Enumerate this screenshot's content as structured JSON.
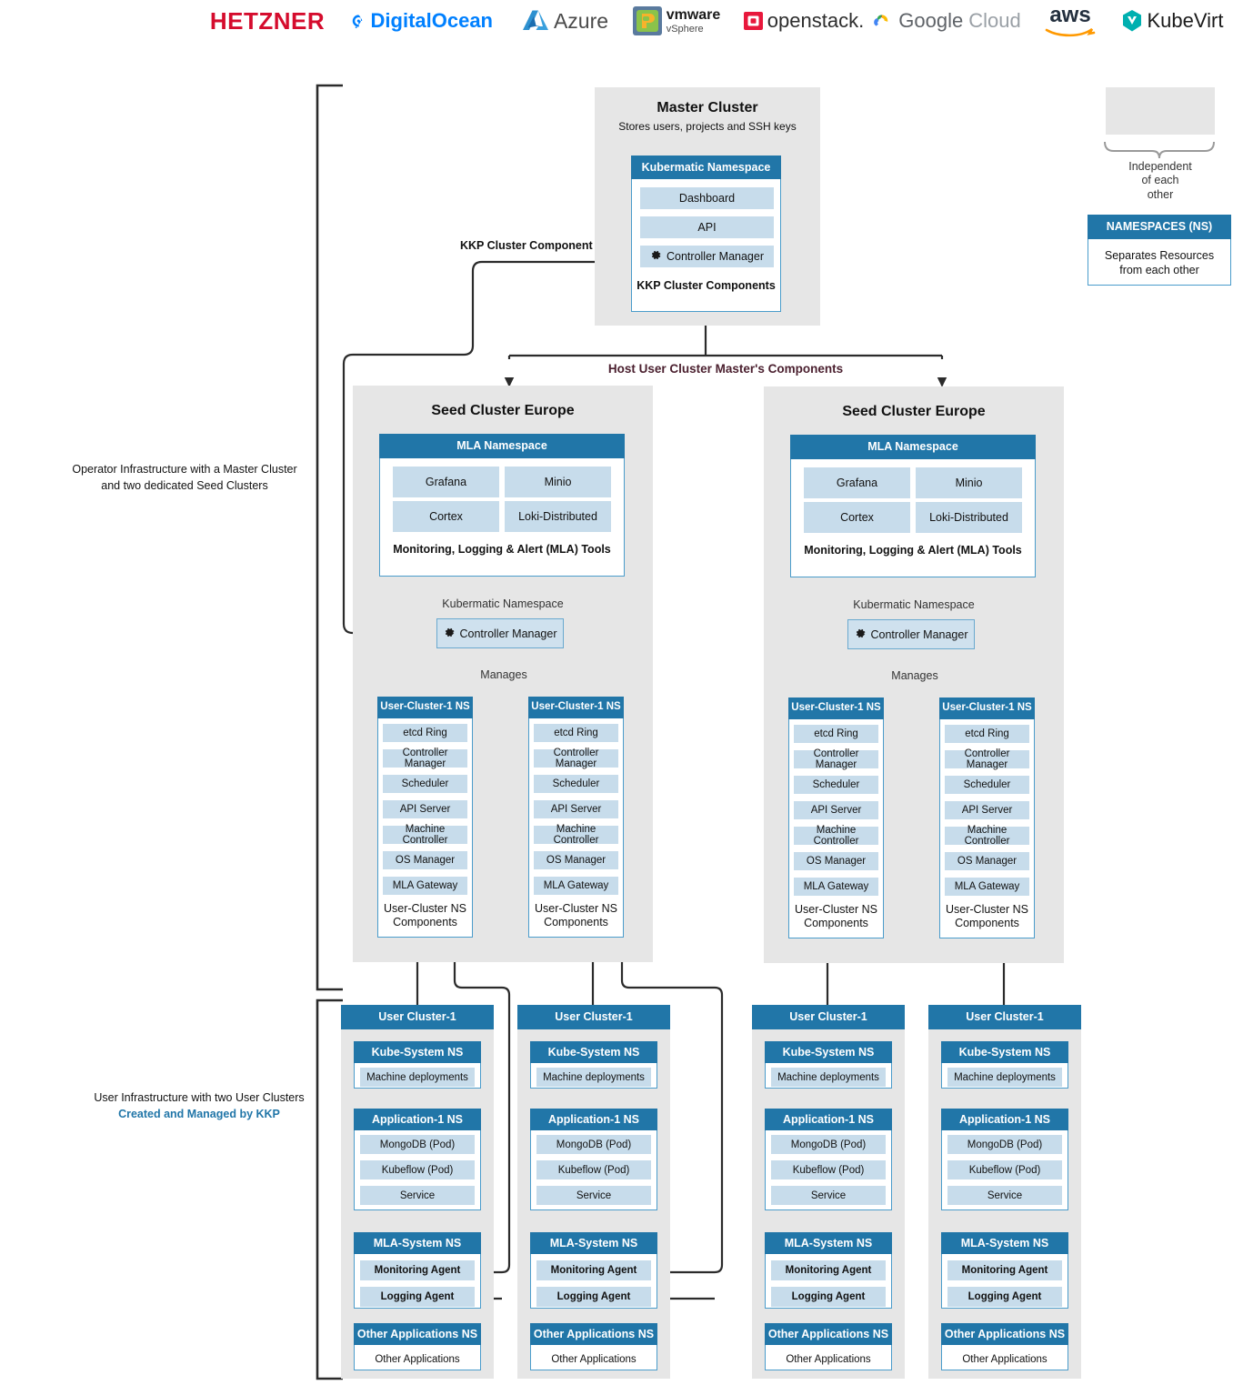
{
  "logos": [
    {
      "name": "hetzner-logo",
      "label": "HETZNER"
    },
    {
      "name": "digitalocean-logo",
      "label": "DigitalOcean"
    },
    {
      "name": "azure-logo",
      "label": "Azure"
    },
    {
      "name": "vmware-vsphere-logo",
      "label": "vmware",
      "sublabel": "vSphere"
    },
    {
      "name": "openstack-logo",
      "label": "openstack."
    },
    {
      "name": "google-cloud-logo",
      "label": "Google",
      "sublabel": "Cloud"
    },
    {
      "name": "aws-logo",
      "label": "aws"
    },
    {
      "name": "kubevirt-logo",
      "label": "KubeVirt"
    }
  ],
  "master_cluster": {
    "title": "Master Cluster",
    "subtitle": "Stores users, projects and SSH keys",
    "namespace_header": "Kubermatic Namespace",
    "items": [
      "Dashboard",
      "API",
      "Controller Manager"
    ],
    "footer": "KKP Cluster Components"
  },
  "legend": {
    "independent_text": "Independent\nof each\nother",
    "namespaces_header": "NAMESPACES (NS)",
    "namespaces_body": "Separates Resources\nfrom each other"
  },
  "annotations": {
    "kkp_cluster_component": "KKP Cluster Component",
    "host_user_cluster": "Host User Cluster Master's Components",
    "manages": "Manages",
    "operator_infra_line1": "Operator Infrastructure with a Master Cluster",
    "operator_infra_line2": "and two dedicated Seed Clusters",
    "user_infra_line1": "User Infrastructure with two User Clusters",
    "user_infra_line2": "Created and Managed by KKP"
  },
  "seed_clusters": [
    {
      "title": "Seed Cluster Europe",
      "mla_header": "MLA Namespace",
      "mla_items": [
        "Grafana",
        "Minio",
        "Cortex",
        "Loki-Distributed"
      ],
      "mla_footer": "Monitoring, Logging & Alert (MLA) Tools",
      "kubermatic_namespace_label": "Kubermatic Namespace",
      "controller_manager": "Controller Manager",
      "user_cluster_ns": [
        {
          "header": "User-Cluster-1 NS",
          "items": [
            "etcd Ring",
            "Controller Manager",
            "Scheduler",
            "API Server",
            "Machine Controller",
            "OS Manager",
            "MLA Gateway"
          ],
          "footer": "User-Cluster NS\nComponents"
        },
        {
          "header": "User-Cluster-1 NS",
          "items": [
            "etcd Ring",
            "Controller Manager",
            "Scheduler",
            "API Server",
            "Machine Controller",
            "OS Manager",
            "MLA Gateway"
          ],
          "footer": "User-Cluster NS\nComponents"
        }
      ]
    },
    {
      "title": "Seed Cluster Europe",
      "mla_header": "MLA Namespace",
      "mla_items": [
        "Grafana",
        "Minio",
        "Cortex",
        "Loki-Distributed"
      ],
      "mla_footer": "Monitoring, Logging & Alert (MLA) Tools",
      "kubermatic_namespace_label": "Kubermatic Namespace",
      "controller_manager": "Controller Manager",
      "user_cluster_ns": [
        {
          "header": "User-Cluster-1 NS",
          "items": [
            "etcd Ring",
            "Controller Manager",
            "Scheduler",
            "API Server",
            "Machine Controller",
            "OS Manager",
            "MLA Gateway"
          ],
          "footer": "User-Cluster NS\nComponents"
        },
        {
          "header": "User-Cluster-1 NS",
          "items": [
            "etcd Ring",
            "Controller Manager",
            "Scheduler",
            "API Server",
            "Machine Controller",
            "OS Manager",
            "MLA Gateway"
          ],
          "footer": "User-Cluster NS\nComponents"
        }
      ]
    }
  ],
  "user_clusters": [
    {
      "header": "User Cluster-1",
      "groups": [
        {
          "header": "Kube-System NS",
          "items": [
            "Machine deployments"
          ]
        },
        {
          "header": "Application-1 NS",
          "items": [
            "MongoDB (Pod)",
            "Kubeflow (Pod)",
            "Service"
          ]
        },
        {
          "header": "MLA-System NS",
          "items": [
            "Monitoring Agent",
            "Logging Agent"
          ]
        },
        {
          "header": "Other Applications NS",
          "items": [
            "Other Applications"
          ]
        }
      ]
    },
    {
      "header": "User Cluster-1",
      "groups": [
        {
          "header": "Kube-System NS",
          "items": [
            "Machine deployments"
          ]
        },
        {
          "header": "Application-1 NS",
          "items": [
            "MongoDB (Pod)",
            "Kubeflow (Pod)",
            "Service"
          ]
        },
        {
          "header": "MLA-System NS",
          "items": [
            "Monitoring Agent",
            "Logging Agent"
          ]
        },
        {
          "header": "Other Applications NS",
          "items": [
            "Other Applications"
          ]
        }
      ]
    },
    {
      "header": "User Cluster-1",
      "groups": [
        {
          "header": "Kube-System NS",
          "items": [
            "Machine deployments"
          ]
        },
        {
          "header": "Application-1 NS",
          "items": [
            "MongoDB (Pod)",
            "Kubeflow (Pod)",
            "Service"
          ]
        },
        {
          "header": "MLA-System NS",
          "items": [
            "Monitoring Agent",
            "Logging Agent"
          ]
        },
        {
          "header": "Other Applications NS",
          "items": [
            "Other Applications"
          ]
        }
      ]
    },
    {
      "header": "User Cluster-1",
      "groups": [
        {
          "header": "Kube-System NS",
          "items": [
            "Machine deployments"
          ]
        },
        {
          "header": "Application-1 NS",
          "items": [
            "MongoDB (Pod)",
            "Kubeflow (Pod)",
            "Service"
          ]
        },
        {
          "header": "MLA-System NS",
          "items": [
            "Monitoring Agent",
            "Logging Agent"
          ]
        },
        {
          "header": "Other Applications NS",
          "items": [
            "Other Applications"
          ]
        }
      ]
    }
  ],
  "colors": {
    "header_blue": "#2176a8",
    "chip_blue": "#c7dceb",
    "panel_gray": "#e6e6e6",
    "accent_link": "#2176a8",
    "arrow_label": "#4a1f2e",
    "line": "#2b2b2b"
  }
}
